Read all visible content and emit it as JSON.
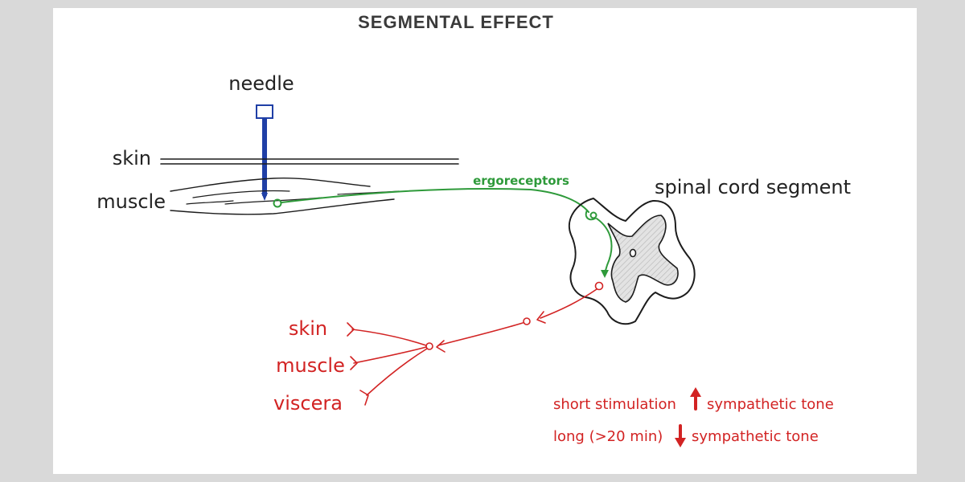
{
  "title": "SEGMENTAL EFFECT",
  "labels": {
    "needle": "needle",
    "skin": "skin",
    "muscle": "muscle",
    "ergoreceptors": "ergoreceptors",
    "spinal_cord_segment": "spinal cord segment",
    "red_skin": "skin",
    "red_muscle": "muscle",
    "red_viscera": "viscera"
  },
  "notes": {
    "short_prefix": "short stimulation",
    "short_suffix": "sympathetic tone",
    "long_prefix": "long (>20 min)",
    "long_suffix": "sympathetic tone"
  },
  "colors": {
    "red": "#d22323",
    "green": "#2e9a3a",
    "blue": "#1f3fa6",
    "ink": "#1c1c1c",
    "background": "#d9d9d9",
    "card": "#ffffff"
  },
  "icons": {
    "short": "arrow-up-icon",
    "long": "arrow-down-icon"
  }
}
